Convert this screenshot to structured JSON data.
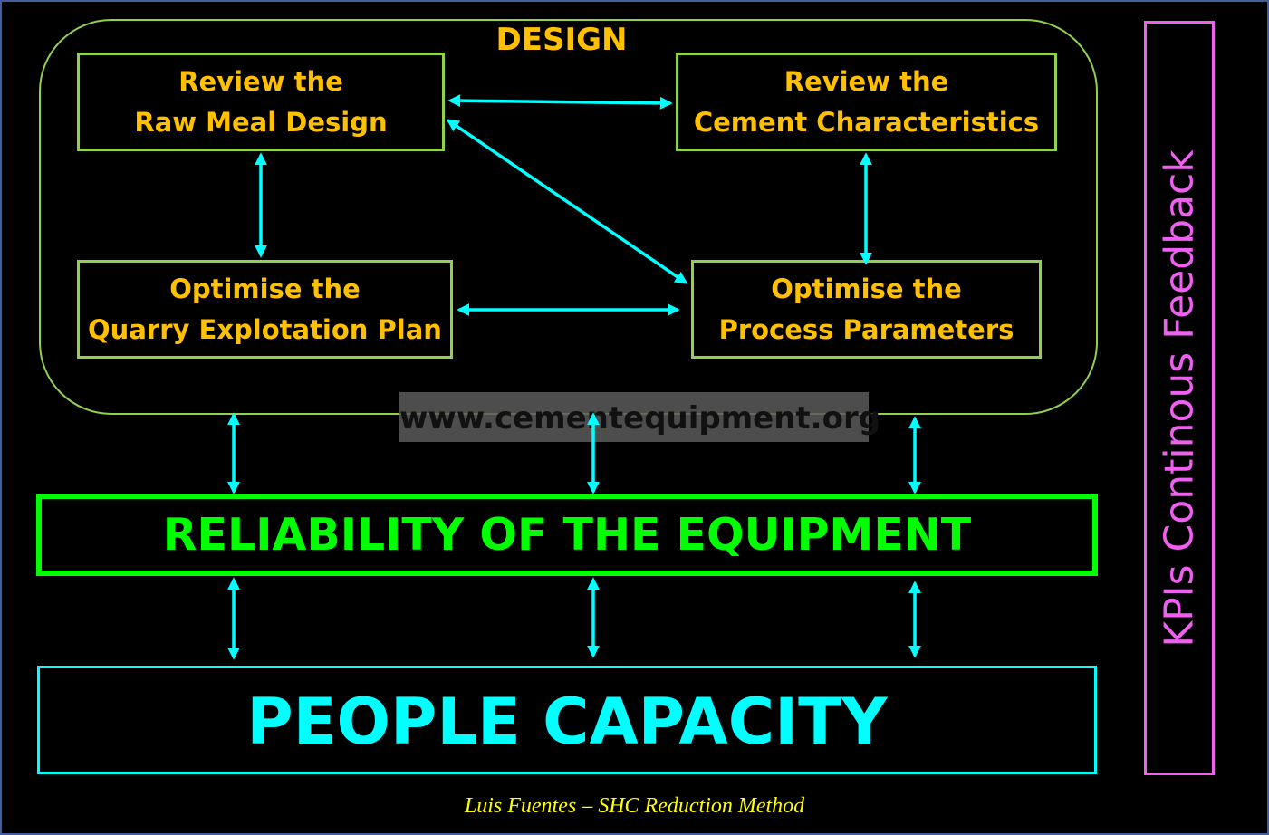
{
  "design": {
    "title": "DESIGN"
  },
  "boxes": {
    "raw_meal": [
      "Review the",
      "Raw Meal Design"
    ],
    "cement": [
      "Review the",
      "Cement Characteristics"
    ],
    "quarry": [
      "Optimise the",
      "Quarry Explotation Plan"
    ],
    "process": [
      "Optimise the",
      "Process Parameters"
    ]
  },
  "watermark": "www.cementequipment.org",
  "reliability": "RELIABILITY OF THE EQUIPMENT",
  "people": "PEOPLE CAPACITY",
  "kpi": "KPIs Continous Feedback",
  "credit": "Luis Fuentes – SHC Reduction Method",
  "colors": {
    "accent": "#ffc000",
    "box_border": "#92d050",
    "reliability": "#00ff00",
    "people": "#00ffff",
    "kpi": "#f060f0",
    "credit": "#ffff00"
  }
}
